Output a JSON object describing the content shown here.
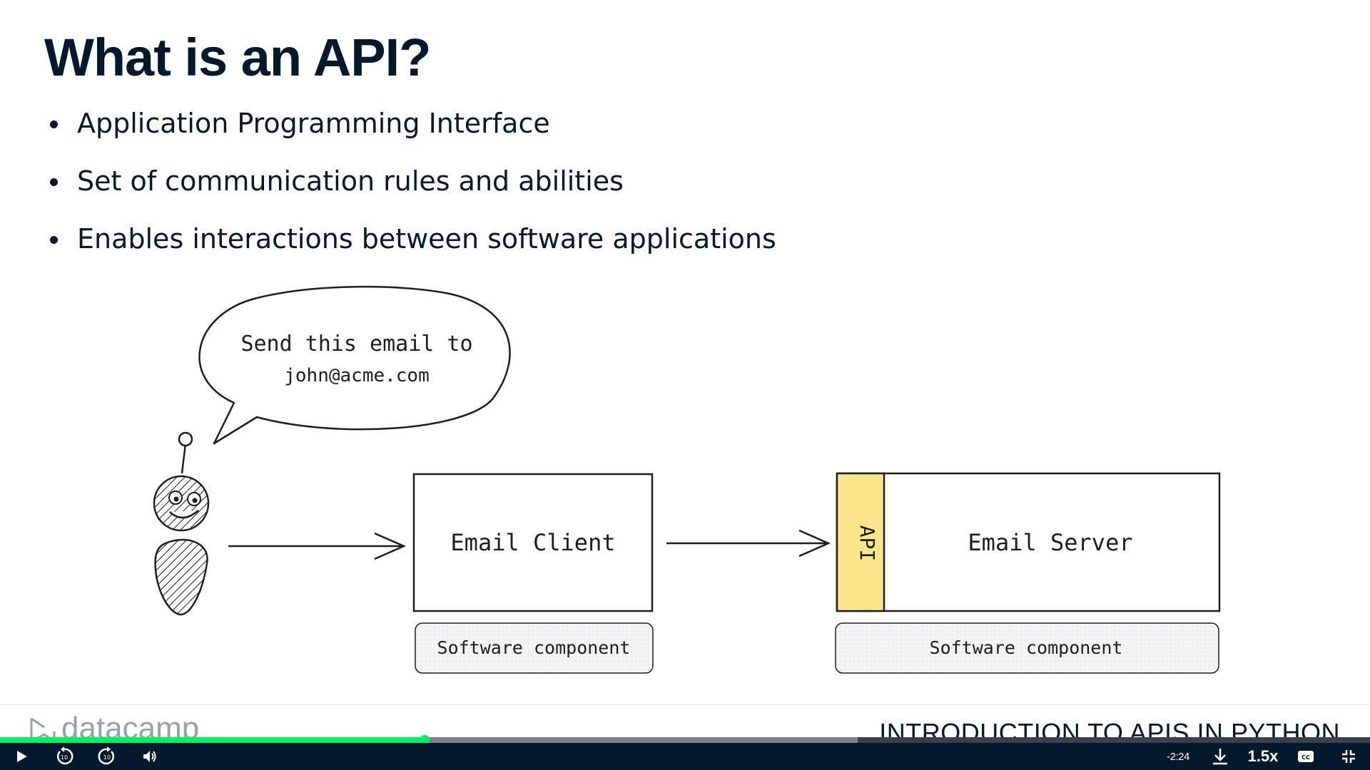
{
  "slide": {
    "title": "What is an API?",
    "bullets": [
      "Application Programming Interface",
      "Set of communication rules and abilities",
      "Enables interactions between software applications"
    ]
  },
  "diagram": {
    "speech_line1": "Send this email to",
    "speech_line2": "john@acme.com",
    "client_label": "Email Client",
    "server_label": "Email Server",
    "api_label": "API",
    "client_component": "Software component",
    "server_component": "Software component",
    "api_color": "#fbe68b"
  },
  "footer": {
    "brand": "datacamp",
    "course_title": "INTRODUCTION TO APIS IN PYTHON"
  },
  "player": {
    "progress": 0.31,
    "buffered": 0.626,
    "time_remaining": "-2:24",
    "speed": "1.5x",
    "accent_color": "#03ef62",
    "icons": [
      "play-icon",
      "rewind-10-icon",
      "forward-10-icon",
      "volume-icon",
      "download-icon",
      "captions-icon",
      "exit-fullscreen-icon"
    ]
  }
}
